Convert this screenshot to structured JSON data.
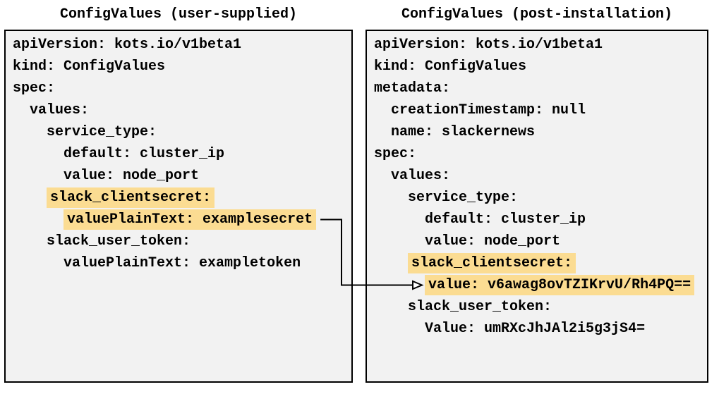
{
  "colors": {
    "highlight": "#FBDC92",
    "box_background": "#F2F2F2",
    "box_border": "#000000",
    "text": "#000000",
    "arrow": "#000000"
  },
  "left_panel": {
    "title": "ConfigValues (user-supplied)",
    "lines": [
      {
        "indent": 0,
        "text": "apiVersion: kots.io/v1beta1",
        "highlight": false
      },
      {
        "indent": 0,
        "text": "kind: ConfigValues",
        "highlight": false
      },
      {
        "indent": 0,
        "text": "spec:",
        "highlight": false
      },
      {
        "indent": 2,
        "text": "values:",
        "highlight": false
      },
      {
        "indent": 4,
        "text": "service_type:",
        "highlight": false
      },
      {
        "indent": 6,
        "text": "default: cluster_ip",
        "highlight": false
      },
      {
        "indent": 6,
        "text": "value: node_port",
        "highlight": false
      },
      {
        "indent": 4,
        "text": "slack_clientsecret:",
        "highlight": true
      },
      {
        "indent": 6,
        "text": "valuePlainText: examplesecret",
        "highlight": true
      },
      {
        "indent": 4,
        "text": "slack_user_token:",
        "highlight": false
      },
      {
        "indent": 6,
        "text": "valuePlainText: exampletoken",
        "highlight": false
      }
    ]
  },
  "right_panel": {
    "title": "ConfigValues (post-installation)",
    "lines": [
      {
        "indent": 0,
        "text": "apiVersion: kots.io/v1beta1",
        "highlight": false
      },
      {
        "indent": 0,
        "text": "kind: ConfigValues",
        "highlight": false
      },
      {
        "indent": 0,
        "text": "metadata:",
        "highlight": false
      },
      {
        "indent": 2,
        "text": "creationTimestamp: null",
        "highlight": false
      },
      {
        "indent": 2,
        "text": "name: slackernews",
        "highlight": false
      },
      {
        "indent": 0,
        "text": "spec:",
        "highlight": false
      },
      {
        "indent": 2,
        "text": "values:",
        "highlight": false
      },
      {
        "indent": 4,
        "text": "service_type:",
        "highlight": false
      },
      {
        "indent": 6,
        "text": "default: cluster_ip",
        "highlight": false
      },
      {
        "indent": 6,
        "text": "value: node_port",
        "highlight": false
      },
      {
        "indent": 4,
        "text": "slack_clientsecret:",
        "highlight": true
      },
      {
        "indent": 6,
        "text": "value: v6awag8ovTZIKrvU/Rh4PQ==",
        "highlight": true
      },
      {
        "indent": 4,
        "text": "slack_user_token:",
        "highlight": false
      },
      {
        "indent": 6,
        "text": "Value: umRXcJhJAl2i5g3jS4=",
        "highlight": false
      }
    ]
  },
  "arrow": {
    "from_panel": "left_panel",
    "from_line_index": 8,
    "to_panel": "right_panel",
    "to_line_index": 11
  }
}
